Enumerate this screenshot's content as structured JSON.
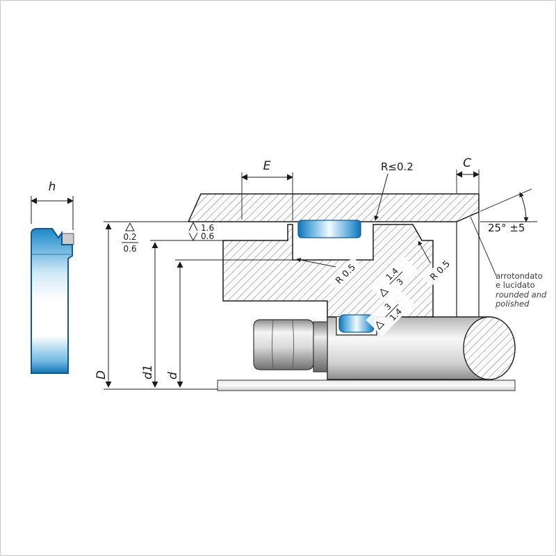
{
  "diagram": {
    "title": "seal-installation-cross-section",
    "colors": {
      "seal_blue": "#1173b4",
      "seal_outline": "#0d5c94",
      "line": "#1a1a1a",
      "hatch": "#6e6e6e",
      "metal_light": "#f5f5f5",
      "metal_dark": "#6f6f6f"
    },
    "profile": {
      "height_label": "h"
    },
    "dims": {
      "groove_width": "E",
      "chamfer_length": "C",
      "bore_diameter": "D",
      "piston_diameter": "d1",
      "groove_diameter": "d",
      "edge_radius_max": "R≤0.2",
      "chamfer_angle": "25° ±5",
      "groove_radius_left": "R 0.5",
      "groove_radius_right": "R 0.5",
      "clearance_top": "0.2",
      "clearance_bottom": "0.6",
      "roughness_bore": "1.6",
      "roughness_surface": "0.6",
      "chamfer_a_top": "1.4",
      "chamfer_a_bottom": "3",
      "chamfer_b_top": "3",
      "chamfer_b_bottom": "1.4"
    },
    "notes": {
      "it_line1": "arrotondato",
      "it_line2": "e lucidato",
      "en_line1": "rounded and",
      "en_line2": "polished"
    }
  }
}
